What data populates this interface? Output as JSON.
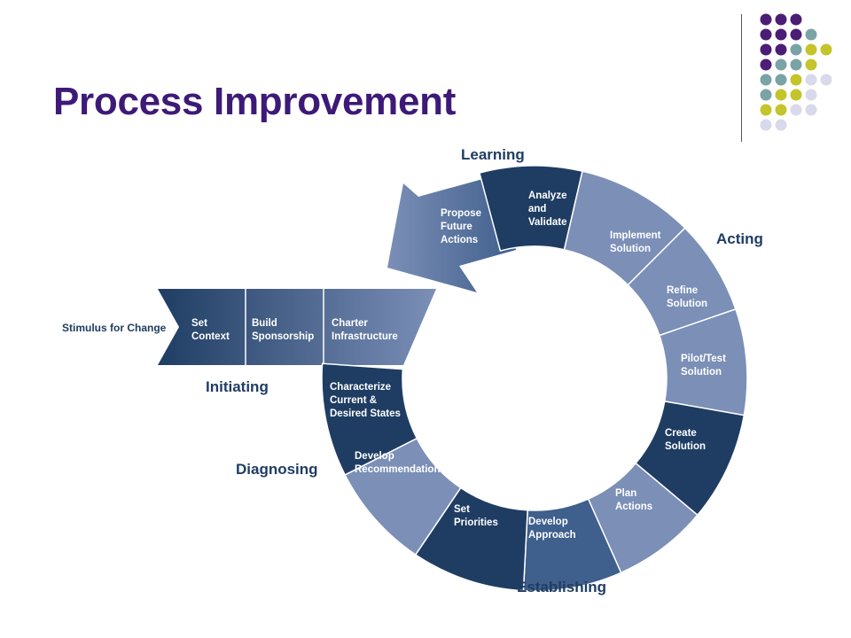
{
  "slide": {
    "title": "Process Improvement"
  },
  "decoration": {
    "dot_colors": {
      "purple": "#4b1d74",
      "teal": "#7aa3a6",
      "yellow": "#c4c42b",
      "lavender": "#d9d9ec"
    },
    "dot_rows": [
      [
        "purple",
        "purple",
        "purple"
      ],
      [
        "purple",
        "purple",
        "purple",
        "teal"
      ],
      [
        "purple",
        "purple",
        "teal",
        "yellow",
        "yellow"
      ],
      [
        "purple",
        "teal",
        "teal",
        "yellow"
      ],
      [
        "teal",
        "teal",
        "yellow",
        "lavender",
        "lavender"
      ],
      [
        "teal",
        "yellow",
        "yellow",
        "lavender"
      ],
      [
        "yellow",
        "yellow",
        "lavender",
        "lavender"
      ],
      [
        "lavender",
        "lavender"
      ]
    ]
  },
  "diagram": {
    "colors": {
      "dark": "#1f3d63",
      "mid": "#3f5f8c",
      "light": "#7b8fb7"
    },
    "stimulus": "Stimulus for Change",
    "phases": {
      "learning": "Learning",
      "acting": "Acting",
      "initiating": "Initiating",
      "diagnosing": "Diagnosing",
      "establishing": "Establishing"
    },
    "initiating_segments": [
      [
        "Set",
        "Context"
      ],
      [
        "Build",
        "Sponsorship"
      ],
      [
        "Charter",
        "Infrastructure"
      ]
    ],
    "arrow_segment": [
      "Propose",
      "Future",
      "Actions"
    ],
    "ring_segments": [
      [
        "Analyze",
        "and",
        "Validate"
      ],
      [
        "Implement",
        "Solution"
      ],
      [
        "Refine",
        "Solution"
      ],
      [
        "Pilot/Test",
        "Solution"
      ],
      [
        "Create",
        "Solution"
      ],
      [
        "Plan",
        "Actions"
      ],
      [
        "Develop",
        "Approach"
      ],
      [
        "Set",
        "Priorities"
      ],
      [
        "Develop",
        "Recommendations"
      ],
      [
        "Characterize",
        "Current &",
        "Desired States"
      ]
    ]
  }
}
